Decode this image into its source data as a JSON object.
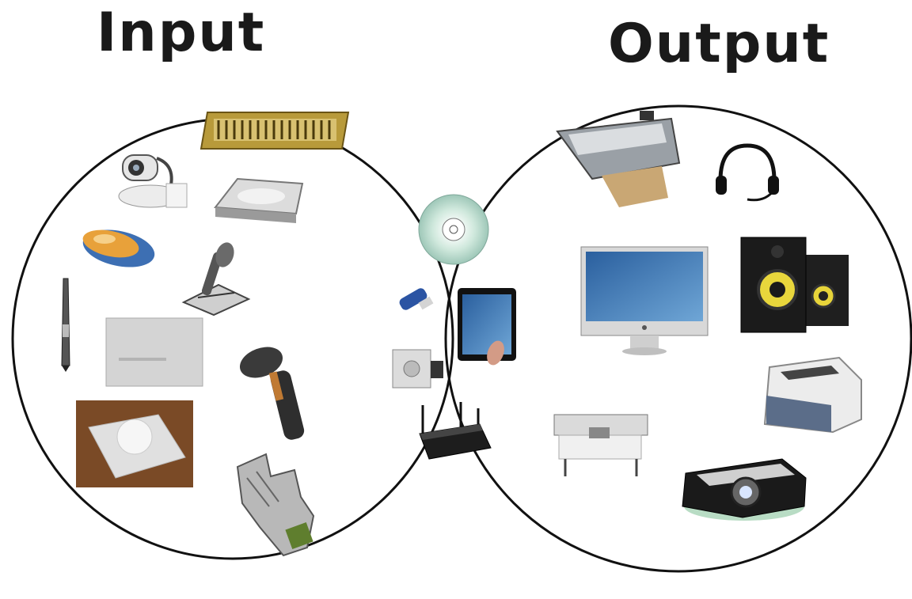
{
  "diagram": {
    "type": "venn",
    "left_set": {
      "label": "Input",
      "items": [
        "webcam-icon",
        "keyboard-icon",
        "flatbed-scanner-icon",
        "mouse-icon",
        "joystick-icon",
        "stylus-icon",
        "touchpad-icon",
        "barcode-scanner-icon",
        "trackball-icon",
        "data-glove-icon"
      ]
    },
    "right_set": {
      "label": "Output",
      "items": [
        "inkjet-printer-icon",
        "headset-icon",
        "monitor-icon",
        "speakers-icon",
        "laser-printer-icon",
        "plotter-icon",
        "projector-icon"
      ]
    },
    "intersection": {
      "items": [
        "cd-disc-icon",
        "usb-drive-icon",
        "tablet-icon",
        "external-drive-icon",
        "router-icon"
      ]
    }
  }
}
